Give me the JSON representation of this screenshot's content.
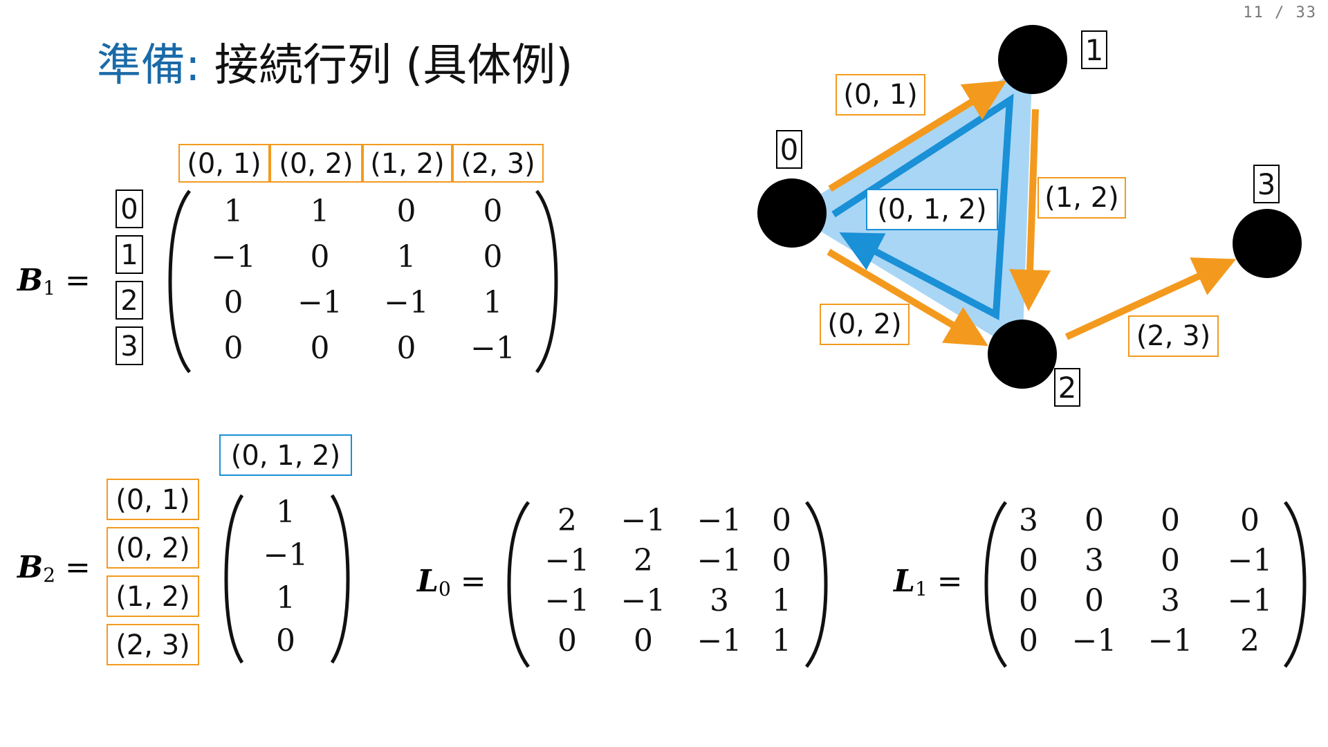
{
  "page": {
    "current": "11",
    "total": "33",
    "separator": "/"
  },
  "title": {
    "prefix": "準備:",
    "main": "接続行列 (具体例)"
  },
  "b1": {
    "var": "B",
    "sub": "1",
    "eq": "=",
    "col_labels": [
      "(0, 1)",
      "(0, 2)",
      "(1, 2)",
      "(2, 3)"
    ],
    "row_labels": [
      "0",
      "1",
      "2",
      "3"
    ],
    "rows": [
      [
        "1",
        "1",
        "0",
        "0"
      ],
      [
        "−1",
        "0",
        "1",
        "0"
      ],
      [
        "0",
        "−1",
        "−1",
        "1"
      ],
      [
        "0",
        "0",
        "0",
        "−1"
      ]
    ]
  },
  "b2": {
    "var": "B",
    "sub": "2",
    "eq": "=",
    "col_label": "(0, 1, 2)",
    "row_labels": [
      "(0, 1)",
      "(0, 2)",
      "(1, 2)",
      "(2, 3)"
    ],
    "rows": [
      [
        "1"
      ],
      [
        "−1"
      ],
      [
        "1"
      ],
      [
        "0"
      ]
    ]
  },
  "l0": {
    "var": "L",
    "sub": "0",
    "eq": "=",
    "rows": [
      [
        "2",
        "−1",
        "−1",
        "0"
      ],
      [
        "−1",
        "2",
        "−1",
        "0"
      ],
      [
        "−1",
        "−1",
        "3",
        "1"
      ],
      [
        "0",
        "0",
        "−1",
        "1"
      ]
    ]
  },
  "l1": {
    "var": "L",
    "sub": "1",
    "eq": "=",
    "rows": [
      [
        "3",
        "0",
        "0",
        "0"
      ],
      [
        "0",
        "3",
        "0",
        "−1"
      ],
      [
        "0",
        "0",
        "3",
        "−1"
      ],
      [
        "0",
        "−1",
        "−1",
        "2"
      ]
    ]
  },
  "graph": {
    "nodes": [
      "0",
      "1",
      "2",
      "3"
    ],
    "edges": [
      "(0, 1)",
      "(1, 2)",
      "(0, 2)",
      "(2, 3)"
    ],
    "triangle": "(0, 1, 2)",
    "colors": {
      "edge": "#f39a1e",
      "triangle_fill": "#a9d6f5",
      "triangle_stroke": "#1a90d6",
      "node": "#000000"
    }
  }
}
